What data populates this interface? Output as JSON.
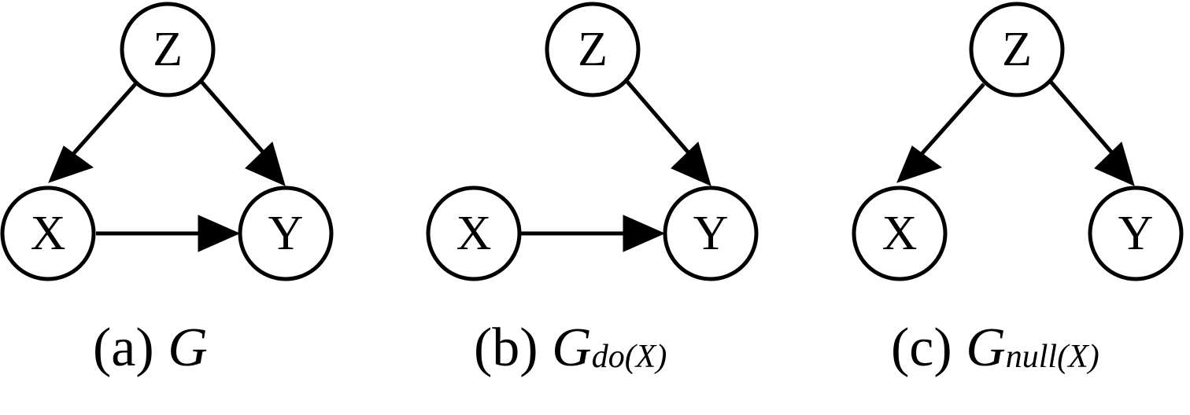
{
  "panels": [
    {
      "id": "a",
      "caption": {
        "prefix": "(a)",
        "symbol": "G",
        "subscript": ""
      },
      "nodes": {
        "z": "Z",
        "x": "X",
        "y": "Y"
      },
      "edges": [
        "Z->X",
        "Z->Y",
        "X->Y"
      ]
    },
    {
      "id": "b",
      "caption": {
        "prefix": "(b)",
        "symbol": "G",
        "subscript": "do(X)"
      },
      "nodes": {
        "z": "Z",
        "x": "X",
        "y": "Y"
      },
      "edges": [
        "Z->Y",
        "X->Y"
      ]
    },
    {
      "id": "c",
      "caption": {
        "prefix": "(c)",
        "symbol": "G",
        "subscript": "null(X)"
      },
      "nodes": {
        "z": "Z",
        "x": "X",
        "y": "Y"
      },
      "edges": [
        "Z->X",
        "Z->Y"
      ]
    }
  ],
  "colors": {
    "stroke": "#000000",
    "fill": "#ffffff"
  }
}
